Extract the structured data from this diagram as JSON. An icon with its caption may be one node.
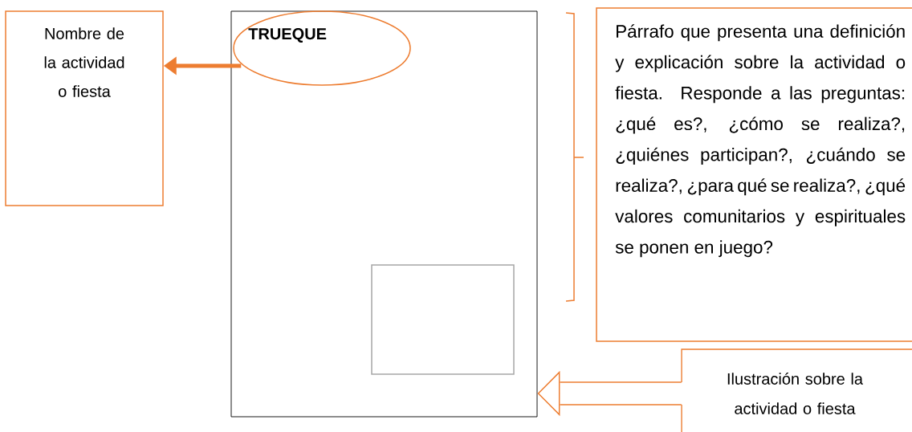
{
  "diagram": {
    "nodes": [
      {
        "text": [
          "Nombre de la actividad o fiesta"
        ]
      },
      {
        "text": [],
        "shape": "box"
      },
      {
        "text": [
          "TRUEQUE"
        ],
        "in": 1
      },
      {
        "text": [],
        "shape": "box",
        "in": 1
      },
      {
        "text": [
          "Párrafo que presenta una definición y explicación sobre la actividad o fiesta. Responde a las preguntas: ¿qué es?, ¿cómo se realiza?, ¿quiénes participan?, ¿cuándo se realiza?, ¿para qué se realiza?, ¿qué valores comunitarios y espirituales se ponen en juego?"
        ]
      },
      {
        "text": [
          "Ilustración sobre la actividad o fiesta"
        ]
      }
    ],
    "edges": [
      {
        "from": 2,
        "to": 0,
        "arrow": "to",
        "style": "thick"
      },
      {
        "from": 5,
        "to": 1,
        "arrow": "to"
      }
    ]
  }
}
